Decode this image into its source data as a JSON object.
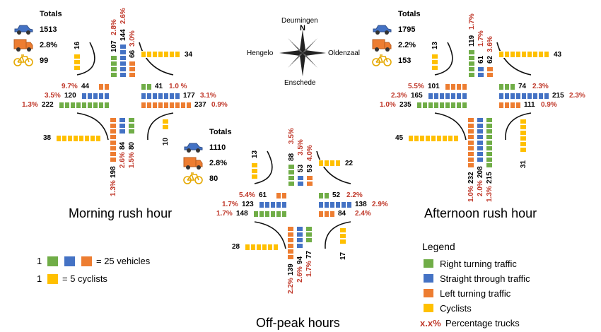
{
  "colors": {
    "right": "#70ad47",
    "straight": "#4472c4",
    "left": "#ed7d31",
    "cyclist": "#ffc000",
    "truck_pct": "#c0392b"
  },
  "compass": {
    "north": "N",
    "labels": {
      "n": "Deurningen",
      "w": "Hengelo",
      "e": "Oldenzaal",
      "s": "Enschede"
    }
  },
  "panels": [
    {
      "title": "Morning rush hour",
      "totals": {
        "label": "Totals",
        "cars": "1513",
        "trucks": "2.8%",
        "cyclists": "99"
      },
      "north": {
        "right": "107",
        "right_pct": "2.8%",
        "straight": "144",
        "straight_pct": "2.6%",
        "left": "66",
        "left_pct": "3.0%",
        "cyclists": "16",
        "cyclists_cross": "34"
      },
      "east": {
        "right": "41",
        "right_pct": "1.0 %",
        "straight": "177",
        "straight_pct": "3.1%",
        "left": "237",
        "left_pct": "0.9%",
        "cyclists": "10"
      },
      "west": {
        "right": "44",
        "right_pct": "9.7%",
        "straight": "120",
        "straight_pct": "3.5%",
        "left": "222",
        "left_pct": "1.3%"
      },
      "south": {
        "right": "80",
        "right_pct": "1.5%",
        "straight": "84",
        "straight_pct": "2.6%",
        "left": "198",
        "left_pct": "1.3%",
        "cyclists": "38"
      }
    },
    {
      "title": "Off-peak hours",
      "totals": {
        "label": "Totals",
        "cars": "1110",
        "trucks": "2.8%",
        "cyclists": "80"
      },
      "north": {
        "right": "88",
        "right_pct": "3.5%",
        "straight": "53",
        "straight_pct": "3.5%",
        "left": "53",
        "left_pct": "4.0%",
        "cyclists": "13",
        "cyclists_cross": "22"
      },
      "east": {
        "right": "52",
        "right_pct": "2.2%",
        "straight": "138",
        "straight_pct": "2.9%",
        "left": "84",
        "left_pct": "2.4%",
        "cyclists": "17"
      },
      "west": {
        "right": "61",
        "right_pct": "5.4%",
        "straight": "123",
        "straight_pct": "1.7%",
        "left": "148",
        "left_pct": "1.7%"
      },
      "south": {
        "right": "77",
        "right_pct": "1.7%",
        "straight": "94",
        "straight_pct": "2.6%",
        "left": "139",
        "left_pct": "2.2%",
        "cyclists": "28"
      }
    },
    {
      "title": "Afternoon rush hour",
      "totals": {
        "label": "Totals",
        "cars": "1795",
        "trucks": "2.2%",
        "cyclists": "153"
      },
      "north": {
        "right": "119",
        "right_pct": "1.7%",
        "straight": "61",
        "straight_pct": "1.7%",
        "left": "62",
        "left_pct": "3.6%",
        "cyclists": "13",
        "cyclists_cross": "43"
      },
      "east": {
        "right": "74",
        "right_pct": "2.3%",
        "straight": "215",
        "straight_pct": "2.3%",
        "left": "111",
        "left_pct": "0.9%",
        "cyclists": "31"
      },
      "west": {
        "right": "101",
        "right_pct": "5.5%",
        "straight": "165",
        "straight_pct": "2.3%",
        "left": "235",
        "left_pct": "1.0%"
      },
      "south": {
        "right": "215",
        "right_pct": "1.3%",
        "straight": "208",
        "straight_pct": "2.0%",
        "left": "232",
        "left_pct": "1.0%",
        "cyclists": "45"
      }
    }
  ],
  "scale": {
    "vehicle_count": "1",
    "vehicle_text": "= 25 vehicles",
    "vehicles_per_block": 25,
    "cyclist_count": "1",
    "cyclist_text": "= 5 cyclists",
    "cyclists_per_block": 5
  },
  "legend": {
    "title": "Legend",
    "items": [
      "Right turning traffic",
      "Straight through traffic",
      "Left turning traffic",
      "Cyclists"
    ],
    "pct_sample": "x.x%",
    "pct_text": "Percentage trucks"
  }
}
